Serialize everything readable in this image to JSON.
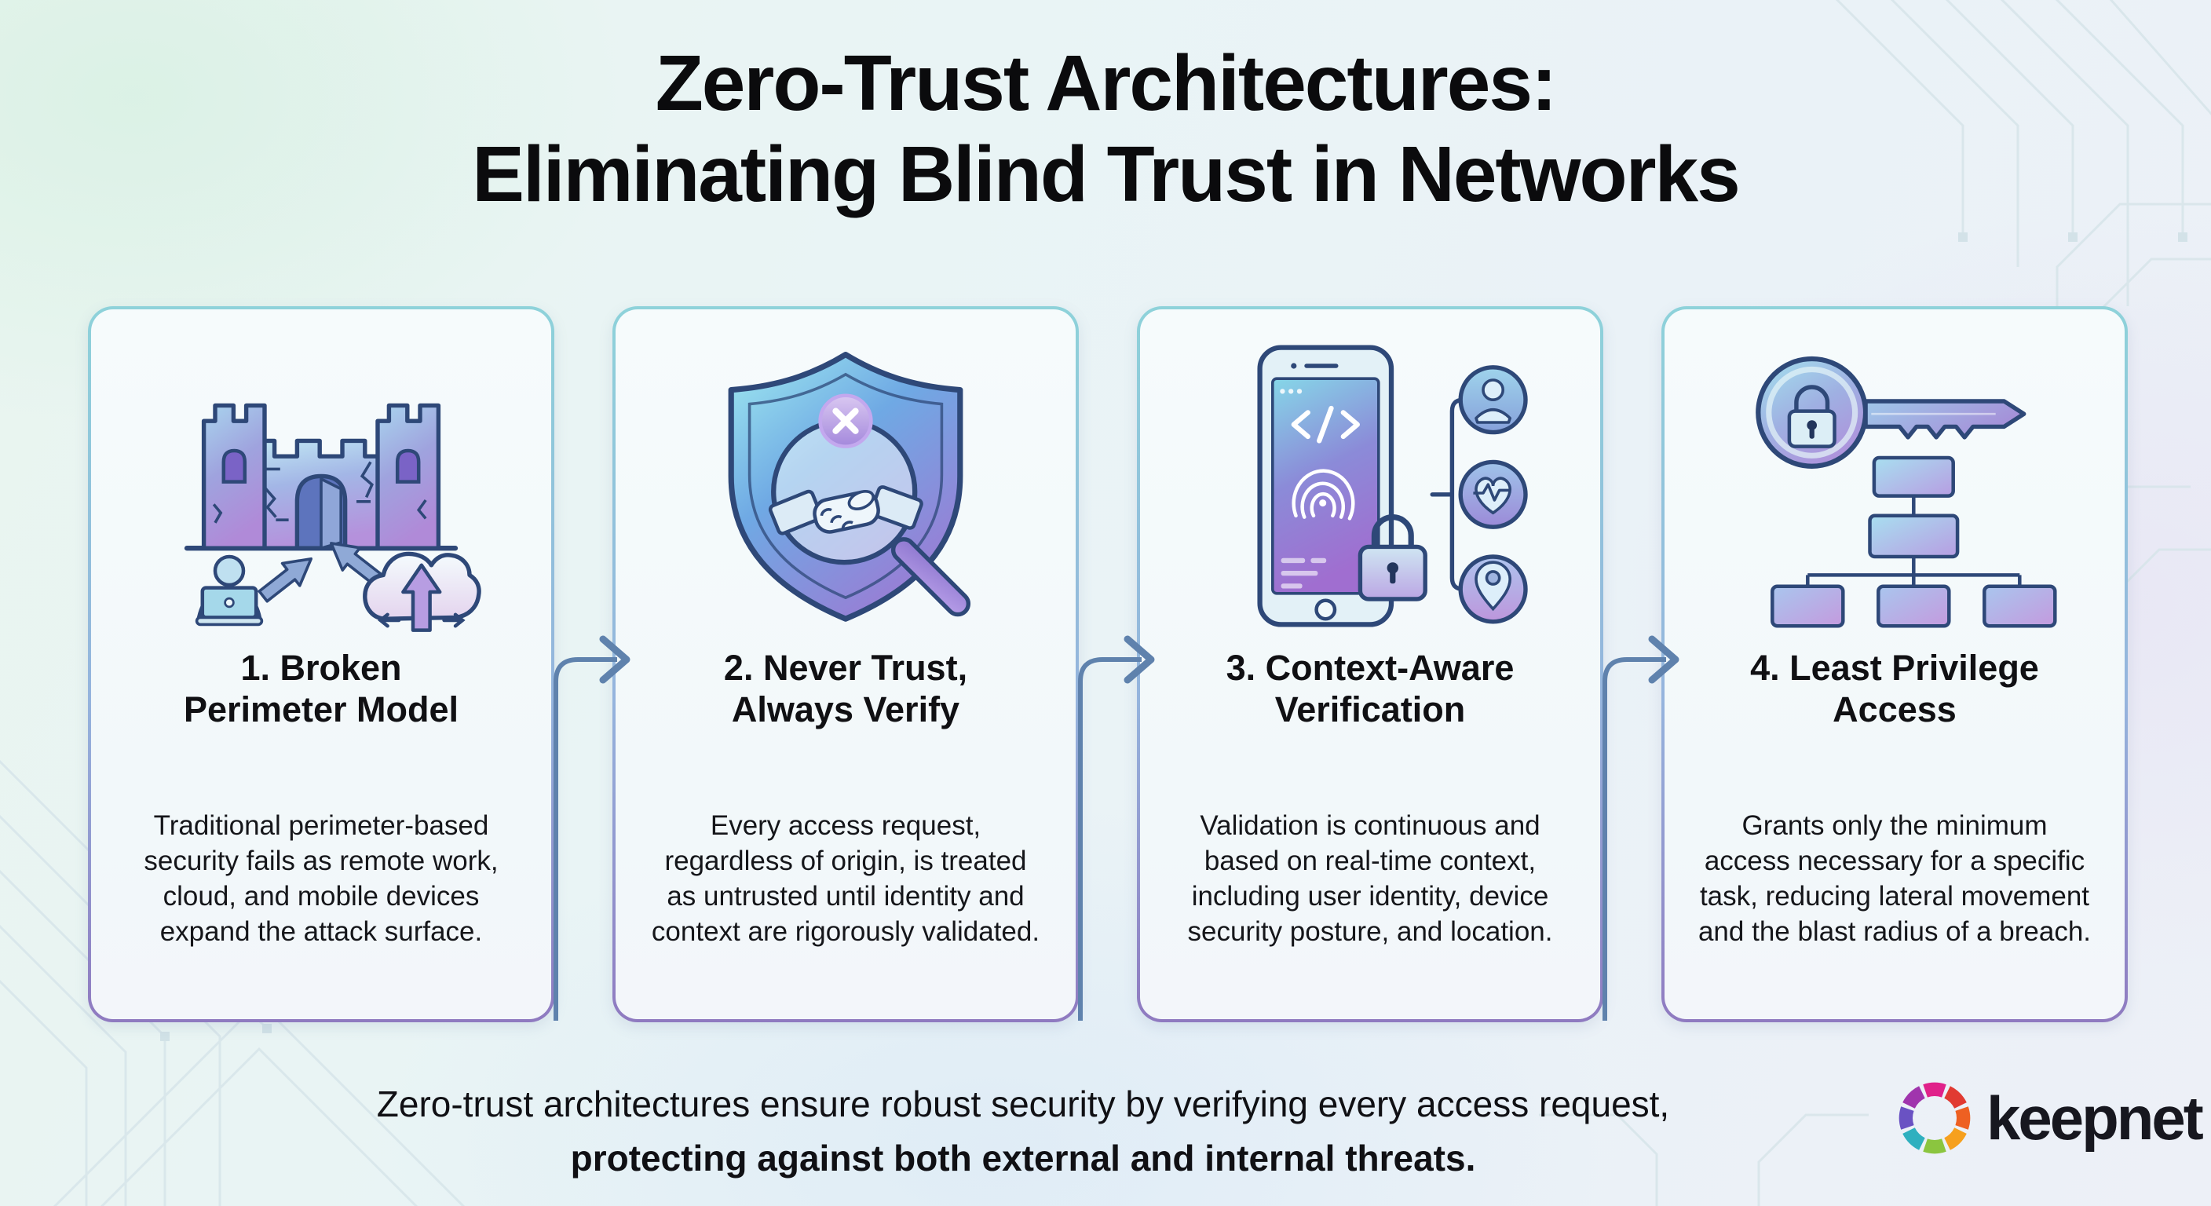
{
  "header": {
    "title_line1": "Zero-Trust Architectures:",
    "title_line2": "Eliminating Blind Trust in Networks"
  },
  "cards": [
    {
      "icon": "broken-castle-perimeter-icon",
      "title_lines": [
        "1. Broken",
        "Perimeter Model"
      ],
      "body": "Traditional perimeter-based security fails as remote work, cloud, and mobile devices expand the attack surface."
    },
    {
      "icon": "shield-handshake-magnifier-icon",
      "title_lines": [
        "2. Never Trust,",
        "Always Verify"
      ],
      "body": "Every access request, regardless of origin, is treated as untrusted until identity and context are rigorously validated."
    },
    {
      "icon": "phone-context-verification-icon",
      "title_lines": [
        "3. Context-Aware",
        "Verification"
      ],
      "body": "Validation is continuous and based on real-time context, including user identity, device security posture, and location."
    },
    {
      "icon": "key-least-privilege-icon",
      "title_lines": [
        "4. Least Privilege",
        "Access"
      ],
      "body": "Grants only the minimum access necessary for a specific task, reducing lateral movement and the blast radius of a breach."
    }
  ],
  "footer": {
    "line1": "Zero-trust architectures ensure robust security by verifying every access request,",
    "line2": "protecting against both external and internal threats."
  },
  "logo": {
    "text": "keepnet",
    "emblem_colors": [
      "#e0218a",
      "#e13a32",
      "#ee6022",
      "#f6a01e",
      "#8bc53f",
      "#2fb0bf",
      "#6a52c3",
      "#a034ad"
    ]
  },
  "colors": {
    "card_border_top": "#8ed2da",
    "card_border_bottom": "#8f7ac0",
    "flow_arrow": "#5f82ad",
    "icon_outline": "#2e4878",
    "title_text": "#0b0b0d",
    "body_text": "#15161a",
    "background_tint_green": "#e9f5ef",
    "background_tint_blue": "#edf0f7"
  }
}
